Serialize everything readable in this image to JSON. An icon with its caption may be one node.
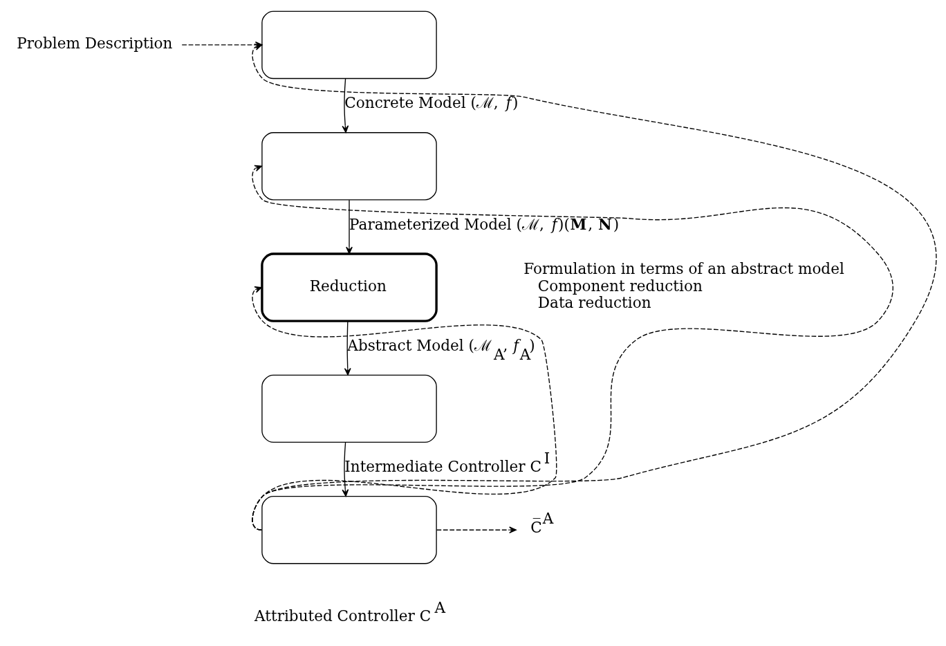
{
  "diagram": {
    "nodes": [
      {
        "text": [
          "Problem Description"
        ]
      },
      {
        "text": [],
        "shape": "box"
      },
      {
        "text": [],
        "shape": "box"
      },
      {
        "text": [
          "Reduction"
        ],
        "beside": [
          "Formulation in terms of an abstract model",
          "Component reduction",
          "Data reduction"
        ]
      },
      {
        "text": [],
        "shape": "box"
      },
      {
        "text": [],
        "shape": "box",
        "beside": [
          "Attributed Controller C$^{A}$"
        ]
      },
      {
        "text": [
          "C̅$^{A}$"
        ]
      }
    ],
    "edges": [
      {
        "from": 0,
        "to": 1,
        "arrow": "to",
        "style": "dashed"
      },
      {
        "from": 1,
        "to": 2,
        "arrow": "to",
        "label": "Concrete Model (ℳ, *f*)"
      },
      {
        "from": 2,
        "to": 3,
        "arrow": "to",
        "label": "Parameterized Model (ℳ, *f*)(**M**, **N**)"
      },
      {
        "from": 3,
        "to": 4,
        "arrow": "to",
        "label": "Abstract Model (ℳ$_{A}$, *f*$_{A}$)"
      },
      {
        "from": 4,
        "to": 5,
        "arrow": "to",
        "label": "Intermediate Controller C$^{I}$"
      },
      {
        "from": 5,
        "to": 6,
        "arrow": "to",
        "style": "dashed"
      },
      {
        "from": 5,
        "to": 1,
        "arrow": "to",
        "style": "dashed"
      },
      {
        "from": 5,
        "to": 2,
        "arrow": "to",
        "style": "dashed"
      },
      {
        "from": 5,
        "to": 3,
        "arrow": "to",
        "style": "dashed"
      }
    ]
  }
}
